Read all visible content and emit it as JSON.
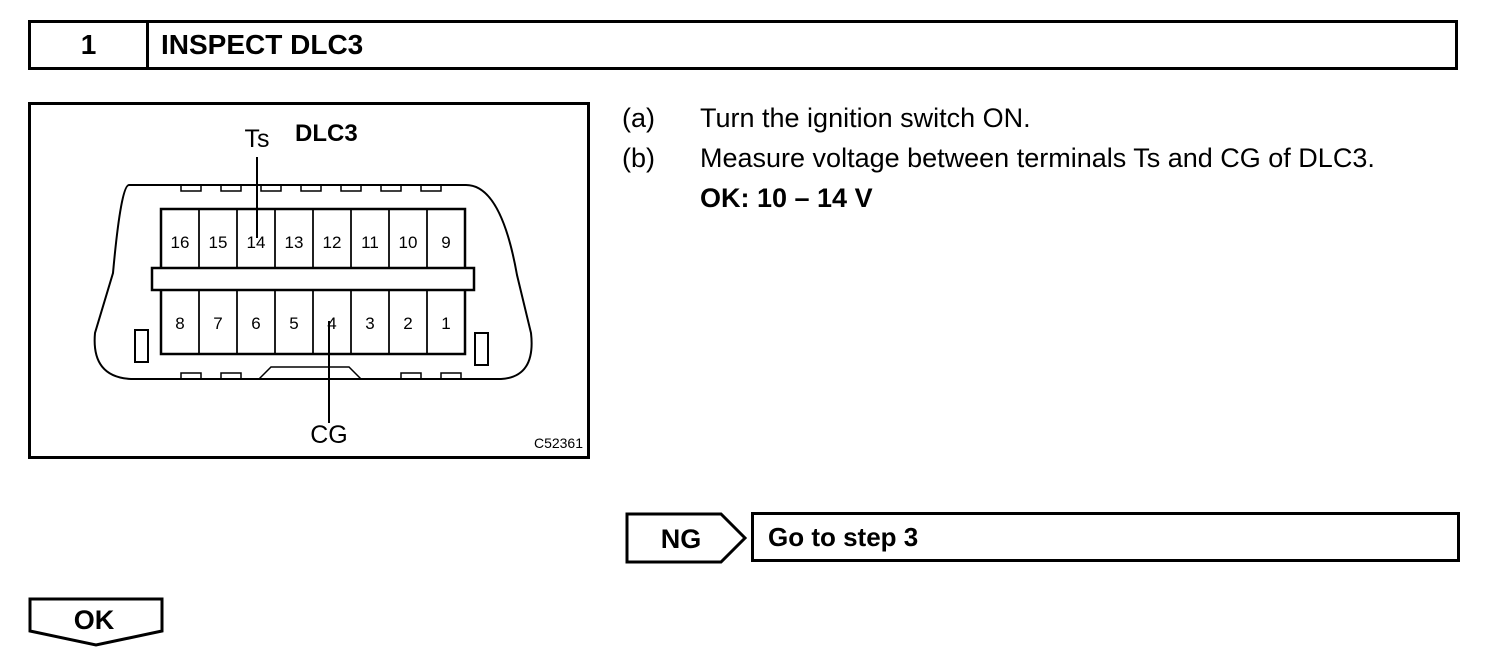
{
  "step": {
    "number": "1",
    "title": "INSPECT DLC3"
  },
  "figure": {
    "title": "DLC3",
    "label_top": "Ts",
    "label_bottom": "CG",
    "code": "C52361",
    "pins_top": [
      "16",
      "15",
      "14",
      "13",
      "12",
      "11",
      "10",
      "9"
    ],
    "pins_bottom": [
      "8",
      "7",
      "6",
      "5",
      "4",
      "3",
      "2",
      "1"
    ]
  },
  "instructions": [
    {
      "label": "(a)",
      "text": "Turn the ignition switch ON."
    },
    {
      "label": "(b)",
      "text": "Measure voltage between terminals Ts and CG of DLC3."
    }
  ],
  "spec": "OK: 10 – 14 V",
  "ng": {
    "tag": "NG",
    "target": "Go to step 3"
  },
  "ok": {
    "tag": "OK"
  }
}
